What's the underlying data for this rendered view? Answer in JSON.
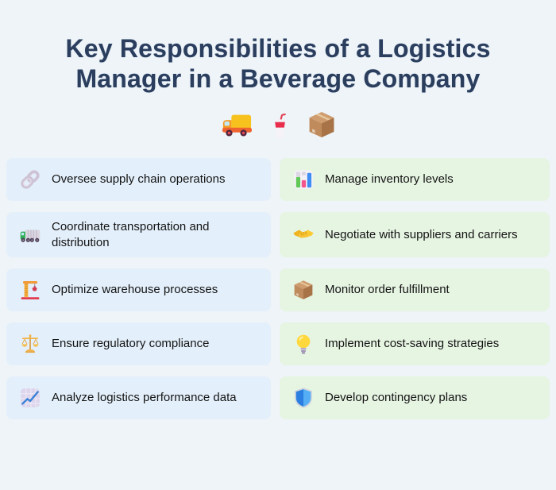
{
  "page": {
    "title_full": "Key Responsibilities of a Logistics Manager in a Beverage Company",
    "title_lines": [
      "Key Responsibilities of a Logistics",
      "Manager in a Beverage Company"
    ],
    "title_color": "#2b3e5e",
    "background_color": "#eef4f8",
    "header_icons": [
      "delivery-truck",
      "cup-with-straw",
      "package"
    ]
  },
  "cards": {
    "left_bg": "#e3effa",
    "right_bg": "#e6f4e2",
    "text_color": "#141414",
    "items": [
      {
        "icon": "link",
        "column": "left",
        "label": "Oversee supply chain operations"
      },
      {
        "icon": "bar-chart",
        "column": "right",
        "label": "Manage inventory levels"
      },
      {
        "icon": "articulated-lorry",
        "column": "left",
        "label": "Coordinate transportation and distribution"
      },
      {
        "icon": "handshake",
        "column": "right",
        "label": "Negotiate with suppliers and carriers"
      },
      {
        "icon": "construction-crane",
        "column": "left",
        "label": "Optimize warehouse processes"
      },
      {
        "icon": "package",
        "column": "right",
        "label": "Monitor order fulfillment"
      },
      {
        "icon": "balance-scale",
        "column": "left",
        "label": "Ensure regulatory compliance"
      },
      {
        "icon": "light-bulb",
        "column": "right",
        "label": "Implement cost-saving strategies"
      },
      {
        "icon": "chart-increasing",
        "column": "left",
        "label": "Analyze logistics performance data"
      },
      {
        "icon": "shield",
        "column": "right",
        "label": "Develop contingency plans"
      }
    ]
  }
}
